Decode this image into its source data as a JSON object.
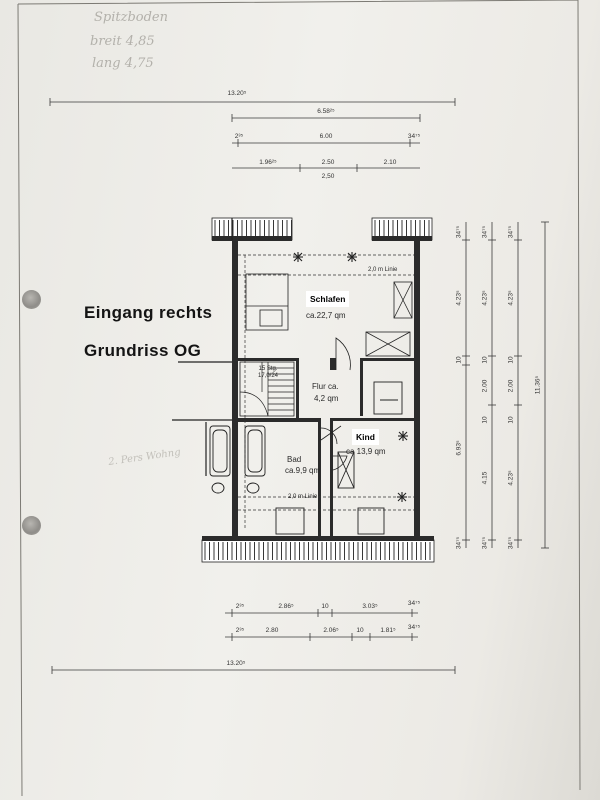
{
  "headings": {
    "entrance": "Eingang rechts",
    "floor_plan": "Grundriss OG"
  },
  "labels": {
    "bedroom": "Schlafen",
    "child": "Kind"
  },
  "rooms": {
    "bedroom_area": "ca.22,7 qm",
    "hall_name": "Flur ca.",
    "hall_area": "4,2 qm",
    "bath_name": "Bad",
    "bath_area": "ca.9,9 qm",
    "child_area": "ca 13,9 qm",
    "stairs_line1": "15 Stg.",
    "stairs_line2": "17,0/24"
  },
  "annotations": {
    "clearance_top": "2,0 m Linie",
    "clearance_bottom": "2,0 m Linie"
  },
  "pencil_notes": {
    "line1": "Spitzboden",
    "line2": "breit 4,85",
    "line3": "lang 4,75",
    "side": "2. Pers Wohng"
  },
  "dimensions": {
    "top_total": "13.20⁵",
    "top_row1": "6.58²⁵",
    "top_row2": [
      "2³⁵",
      "6.00",
      "34⁷⁵"
    ],
    "top_row3": [
      "1.96²⁵",
      "2.50",
      "2.10"
    ],
    "top_row3_sub": "2,50",
    "bottom_row1": [
      "2³⁵",
      "2.86⁵",
      "10",
      "3.03⁵",
      "34⁷⁵"
    ],
    "bottom_row2": [
      "2³⁵",
      "2.80",
      "2.06⁵",
      "10",
      "1.81⁵",
      "34⁷⁵"
    ],
    "bottom_total": "13.20⁵",
    "right_col1": [
      "34⁷⁵",
      "4.23⁵",
      "10",
      "6.93⁵",
      "34⁷⁵"
    ],
    "right_col2": [
      "34⁷⁵",
      "4.23⁵",
      "10",
      "2.00",
      "10",
      "4.15",
      "34⁷⁵"
    ],
    "right_col3": [
      "34⁷⁵",
      "4.23⁵",
      "10",
      "2.00",
      "10",
      "4.23⁵",
      "34⁷⁵"
    ],
    "right_total": "11.36⁵"
  }
}
